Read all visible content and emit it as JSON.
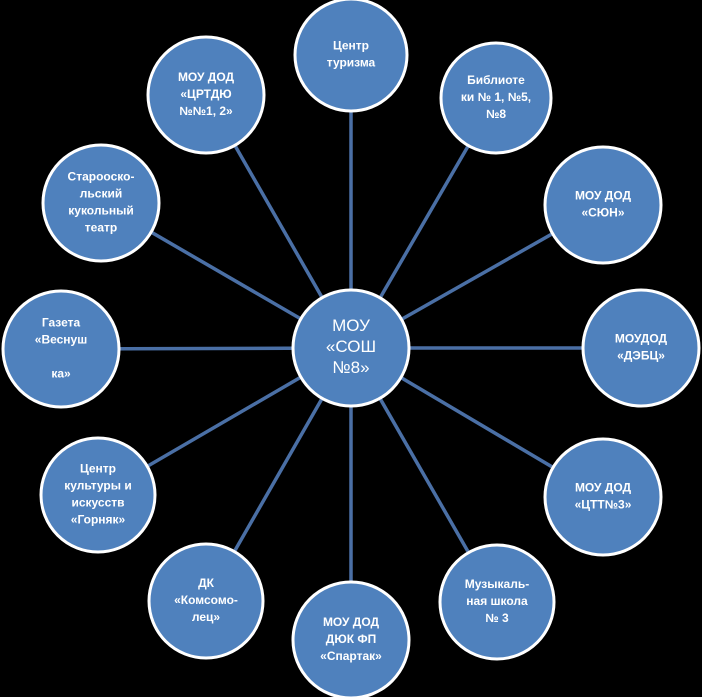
{
  "colors": {
    "background": "#000000",
    "node_fill": "#4F81BD",
    "node_stroke": "#FFFFFF",
    "connector": "#4A6FA5",
    "text": "#FFFFFF"
  },
  "center": {
    "lines": [
      "МОУ",
      "«СОШ",
      "№8»"
    ]
  },
  "nodes": [
    {
      "id": "center-tourism",
      "lines": [
        "Центр",
        "туризма"
      ]
    },
    {
      "id": "libraries",
      "lines": [
        "Библиоте",
        "ки № 1, №5,",
        "№8"
      ]
    },
    {
      "id": "syun",
      "lines": [
        "МОУ ДОД",
        "«СЮН»"
      ]
    },
    {
      "id": "debc",
      "lines": [
        "МОУДОД",
        "«ДЭБЦ»"
      ]
    },
    {
      "id": "ctt3",
      "lines": [
        "МОУ ДОД",
        "«ЦТТ№3»"
      ]
    },
    {
      "id": "music-school",
      "lines": [
        "Музыкаль-",
        "ная школа",
        "№ 3"
      ]
    },
    {
      "id": "spartak",
      "lines": [
        "МОУ ДОД",
        "ДЮК ФП",
        "«Спартак»"
      ]
    },
    {
      "id": "komsomolets",
      "lines": [
        "ДК",
        "«Комсомо-",
        "лец»"
      ]
    },
    {
      "id": "gornyak",
      "lines": [
        "Центр",
        "культуры и",
        "искусств",
        "«Горняк»"
      ]
    },
    {
      "id": "vesnushka",
      "lines": [
        "Газета",
        "«Веснуш",
        "",
        "ка»"
      ]
    },
    {
      "id": "puppet-theatre",
      "lines": [
        "Старооско-",
        "льский",
        "кукольный",
        "театр"
      ]
    },
    {
      "id": "crtdu",
      "lines": [
        "МОУ ДОД",
        "«ЦРТДЮ",
        "№№1, 2»"
      ]
    }
  ]
}
